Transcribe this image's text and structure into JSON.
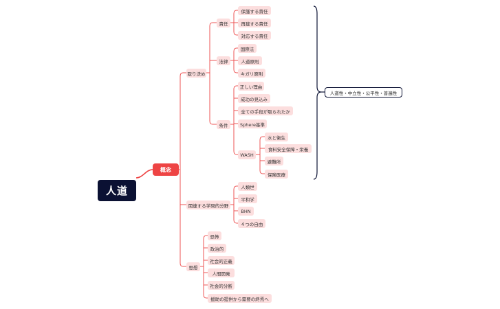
{
  "root": "人道",
  "main": "概念",
  "branches": {
    "decisions": {
      "label": "取り決め",
      "responsibility": {
        "label": "責任",
        "items": [
          "保護する責任",
          "再建する責任",
          "対応する責任"
        ]
      },
      "law": {
        "label": "法律",
        "items": [
          "国際法",
          "人道原則",
          "キガリ原則"
        ]
      },
      "conditions": {
        "label": "条件",
        "items": [
          "正しい理由",
          "成功の見込み",
          "全ての手段が取られたか",
          "Sphere基準"
        ],
        "wash": {
          "label": "WASH",
          "items": [
            "水と衛生",
            "食料安全保障・栄養",
            "避難所",
            "保険医療"
          ]
        }
      }
    },
    "fields": {
      "label": "関連する学問的分野",
      "items": [
        "人類世",
        "平和学",
        "BHN",
        "４つの自由"
      ]
    },
    "thought": {
      "label": "思想",
      "items": [
        "恐怖",
        "政治的",
        "社会的正義",
        "人間開発",
        "社会的分断",
        "援助の提供から需要の終焉へ"
      ]
    }
  },
  "callout": "人道性・中立性・公平性・普遍性",
  "colors": {
    "root": "#0b1133",
    "main": "#ee4444",
    "line": "#ee5555",
    "bubble": "#fcdede",
    "bracket": "#0b1133"
  }
}
